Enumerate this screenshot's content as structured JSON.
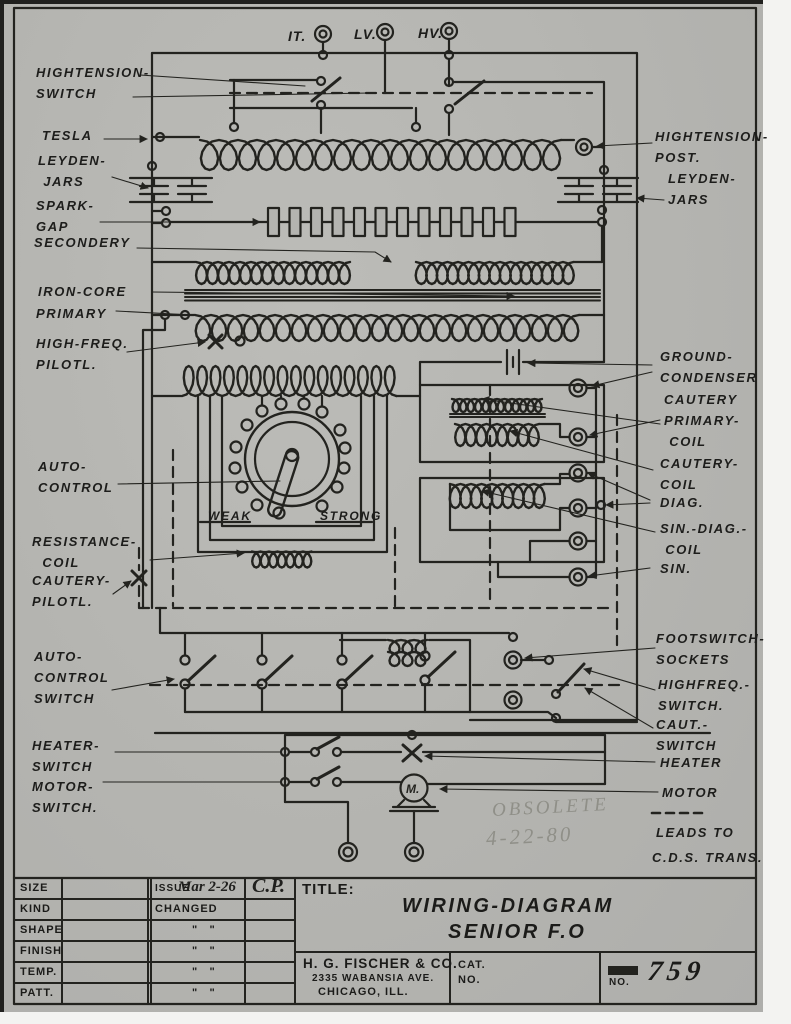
{
  "colors": {
    "paper": "#b5b5b1",
    "ink": "#23231f",
    "pencil": "#8f8f88"
  },
  "terminals": {
    "it": "IT.",
    "lv": "LV.",
    "hv": "HV."
  },
  "labels": {
    "hightension_switch": "HIGHTENSION-\nSWITCH",
    "tesla": "TESLA",
    "leyden_jars_left": "LEYDEN-\n JARS",
    "spark_gap": "SPARK-\nGAP",
    "secondery": "SECONDERY",
    "iron_core": "IRON-CORE",
    "primary": "PRIMARY",
    "high_freq_pilotl": "HIGH-FREQ.\nPILOTL.",
    "auto_control": "AUTO-\nCONTROL",
    "resistance_coil": "RESISTANCE-\n  COIL",
    "cautery_pilotl": "CAUTERY-\nPILOTL.",
    "auto_control_switch": "AUTO-\nCONTROL\nSWITCH",
    "heater_switch": "HEATER-\nSWITCH",
    "motor_switch": "MOTOR-\nSWITCH.",
    "weak": "WEAK",
    "strong": "STRONG",
    "hightension_post": "HIGHTENSION-\nPOST.",
    "leyden_jars_right": "LEYDEN-\nJARS",
    "ground_condenser": "GROUND-\nCONDENSER",
    "cautery_primary_coil": "CAUTERY\nPRIMARY-\n COIL",
    "cautery_coil": "CAUTERY-\nCOIL",
    "diag": "DIAG.",
    "sin_diag_coil": "SIN.-DIAG.-\n COIL",
    "sin": "SIN.",
    "footswitch_sockets": "FOOTSWITCH-\nSOCKETS",
    "highfreq_switch": "HIGHFREQ.-\nSWITCH.",
    "caut_switch": "CAUT.-\nSWITCH",
    "heater": "HEATER",
    "motor": "MOTOR",
    "leads_to": "LEADS TO",
    "cds_trans": "C.D.S. TRANS.",
    "motor_m": "M."
  },
  "handwriting": {
    "obsolete": "OBSOLETE",
    "obsolete_date": "4-22-80",
    "issue_date": "Mar 2-26",
    "issue_initials": "C.P."
  },
  "titleblock": {
    "rows": [
      "SIZE",
      "KIND",
      "SHAPE",
      "FINISH",
      "TEMP.",
      "PATT."
    ],
    "issue_label": "ISSUE",
    "changed_label": "CHANGED",
    "ditto": "\"    \"",
    "title_label": "TITLE:",
    "title_line1": "WIRING-DIAGRAM",
    "title_line2": "SENIOR F.O",
    "company_name": "H. G. FISCHER & CO.",
    "company_addr": "2335 WABANSIA AVE.",
    "company_city": "CHICAGO, ILL.",
    "cat_no": "CAT.\nNO.",
    "no_label": "NO.",
    "drawing_number": "759"
  }
}
